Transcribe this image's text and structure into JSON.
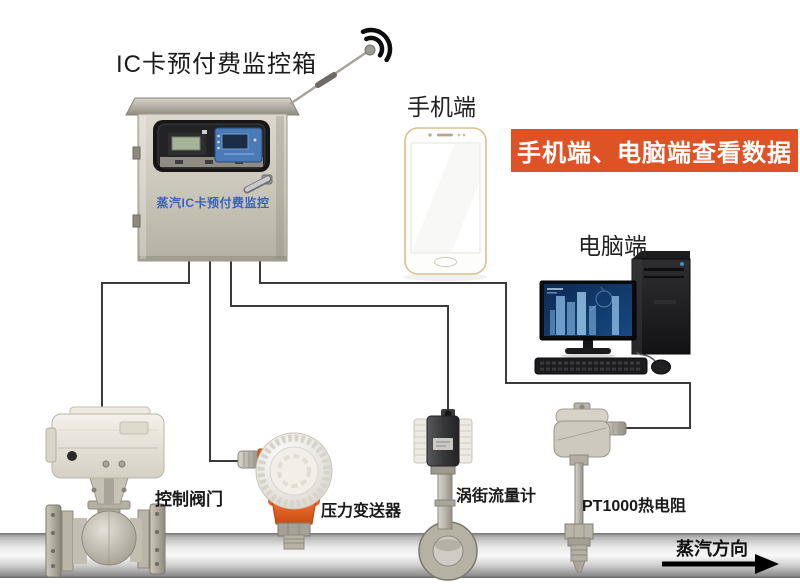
{
  "title": "IC卡预付费监控箱",
  "cabinet": {
    "name_label": "蒸汽IC卡预付费监控",
    "label_color": "#3a63c0"
  },
  "antenna": {
    "icon": "wifi-signal-icon"
  },
  "phone": {
    "label": "手机端"
  },
  "banner": {
    "text": "手机端、电脑端查看数据",
    "bg_color": "#dd5326",
    "text_color": "#ffffff"
  },
  "computer": {
    "label": "电脑端"
  },
  "devices": {
    "control_valve": {
      "label": "控制阀门"
    },
    "pressure_transmitter": {
      "label": "压力变送器",
      "accent_color": "#e05a1e"
    },
    "vortex_flowmeter": {
      "label": "涡街流量计"
    },
    "pt1000": {
      "label": "PT1000热电阻"
    }
  },
  "pipe": {
    "direction_label": "蒸汽方向",
    "direction_icon": "right-arrow-icon"
  }
}
